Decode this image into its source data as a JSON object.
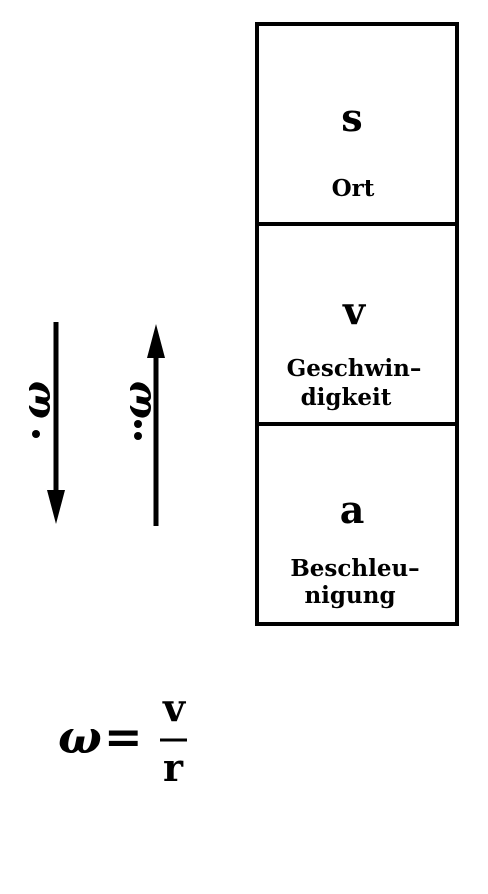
{
  "boxes": [
    {
      "symbol": "s",
      "label_lines": [
        "Ort"
      ]
    },
    {
      "symbol": "v",
      "label_lines": [
        "Geschwin–",
        "digkeit"
      ]
    },
    {
      "symbol": "a",
      "label_lines": [
        "Beschleu–",
        "nigung"
      ]
    }
  ],
  "arrows": [
    {
      "label": "ω",
      "dots": 1,
      "direction": "down"
    },
    {
      "label": "ω",
      "dots": 2,
      "direction": "up"
    }
  ],
  "formula": {
    "lhs": "ω",
    "equals": "=",
    "numerator": "v",
    "denominator": "r"
  }
}
